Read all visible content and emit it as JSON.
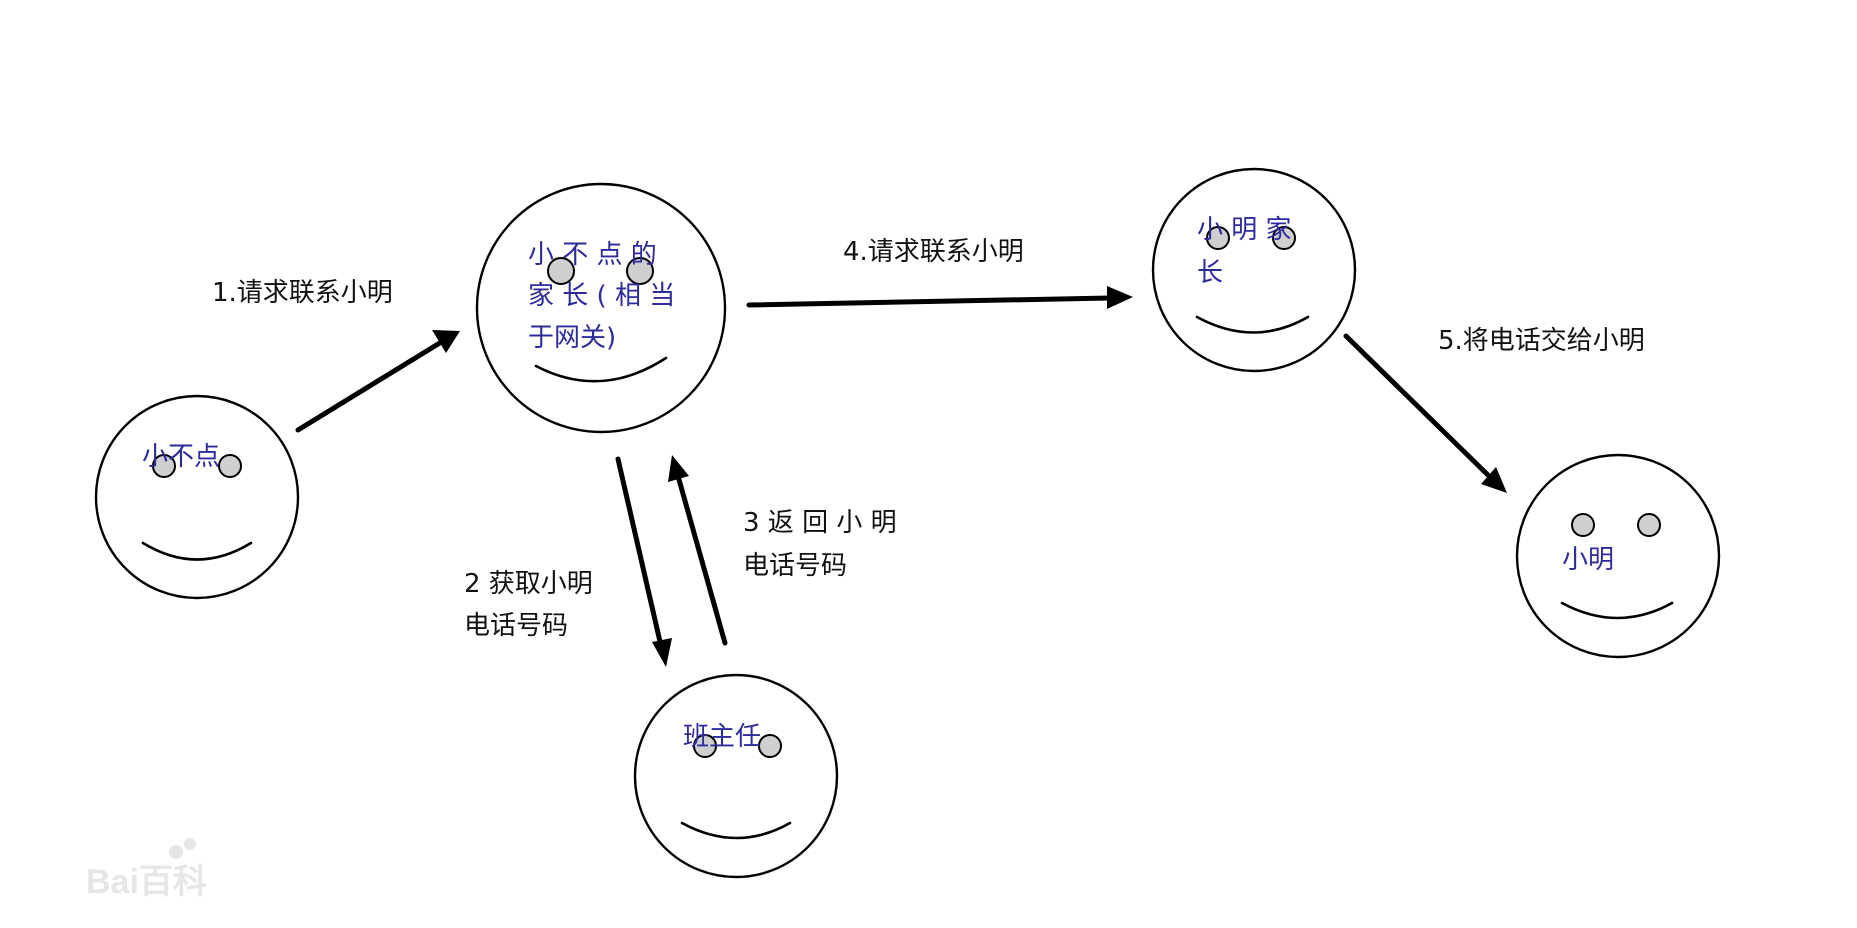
{
  "nodes": {
    "xiaobudian": {
      "lines": [
        "小不点"
      ]
    },
    "xiaobudian_parent": {
      "lines": [
        "小 不 点 的",
        "家 长 ( 相 当",
        "于网关)"
      ]
    },
    "xiaoming_parent": {
      "lines": [
        "小  明  家",
        "长"
      ]
    },
    "xiaoming": {
      "lines": [
        "小明"
      ]
    },
    "head_teacher": {
      "lines": [
        "班主任"
      ]
    }
  },
  "edges": {
    "e1": {
      "lines": [
        "1.请求联系小明"
      ]
    },
    "e2": {
      "lines": [
        "2 获取小明",
        "电话号码"
      ]
    },
    "e3": {
      "lines": [
        "3 返 回 小 明",
        "电话号码"
      ]
    },
    "e4": {
      "lines": [
        "4.请求联系小明"
      ]
    },
    "e5": {
      "lines": [
        "5.将电话交给小明"
      ]
    }
  },
  "watermark": {
    "text": "Bai百科"
  },
  "colors": {
    "node_text": "#2b2b9c",
    "edge_text": "#111111",
    "stroke": "#000000",
    "eye_fill": "#cfcfcf",
    "watermark": "#e6e6e6"
  }
}
